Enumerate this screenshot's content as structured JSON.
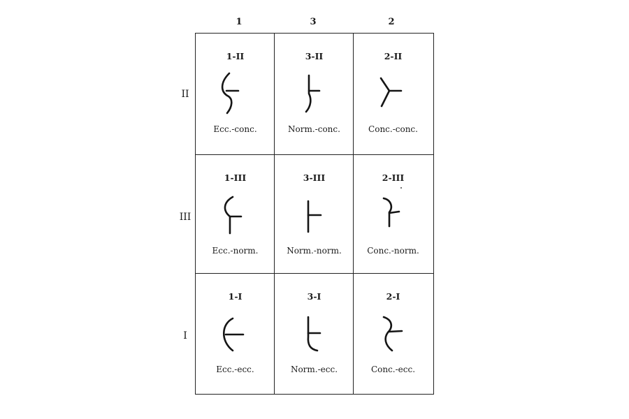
{
  "columns": [
    "1",
    "3",
    "2"
  ],
  "rows": [
    "II",
    "III",
    "I"
  ],
  "cells": [
    {
      "code": "1-II",
      "caption": "Ecc.-conc.",
      "glyph": "eccentric-concave-glyph"
    },
    {
      "code": "3-II",
      "caption": "Norm.-conc.",
      "glyph": "normal-concave-glyph"
    },
    {
      "code": "2-II",
      "caption": "Conc.-conc.",
      "glyph": "concave-concave-glyph"
    },
    {
      "code": "1-III",
      "caption": "Ecc.-norm.",
      "glyph": "eccentric-normal-glyph"
    },
    {
      "code": "3-III",
      "caption": "Norm.-norm.",
      "glyph": "normal-normal-glyph"
    },
    {
      "code": "2-III",
      "caption": "Conc.-norm.",
      "glyph": "concave-normal-glyph"
    },
    {
      "code": "1-I",
      "caption": "Ecc.-ecc.",
      "glyph": "eccentric-eccentric-glyph"
    },
    {
      "code": "3-I",
      "caption": "Norm.-ecc.",
      "glyph": "normal-eccentric-glyph"
    },
    {
      "code": "2-I",
      "caption": "Conc.-ecc.",
      "glyph": "concave-eccentric-glyph"
    }
  ]
}
